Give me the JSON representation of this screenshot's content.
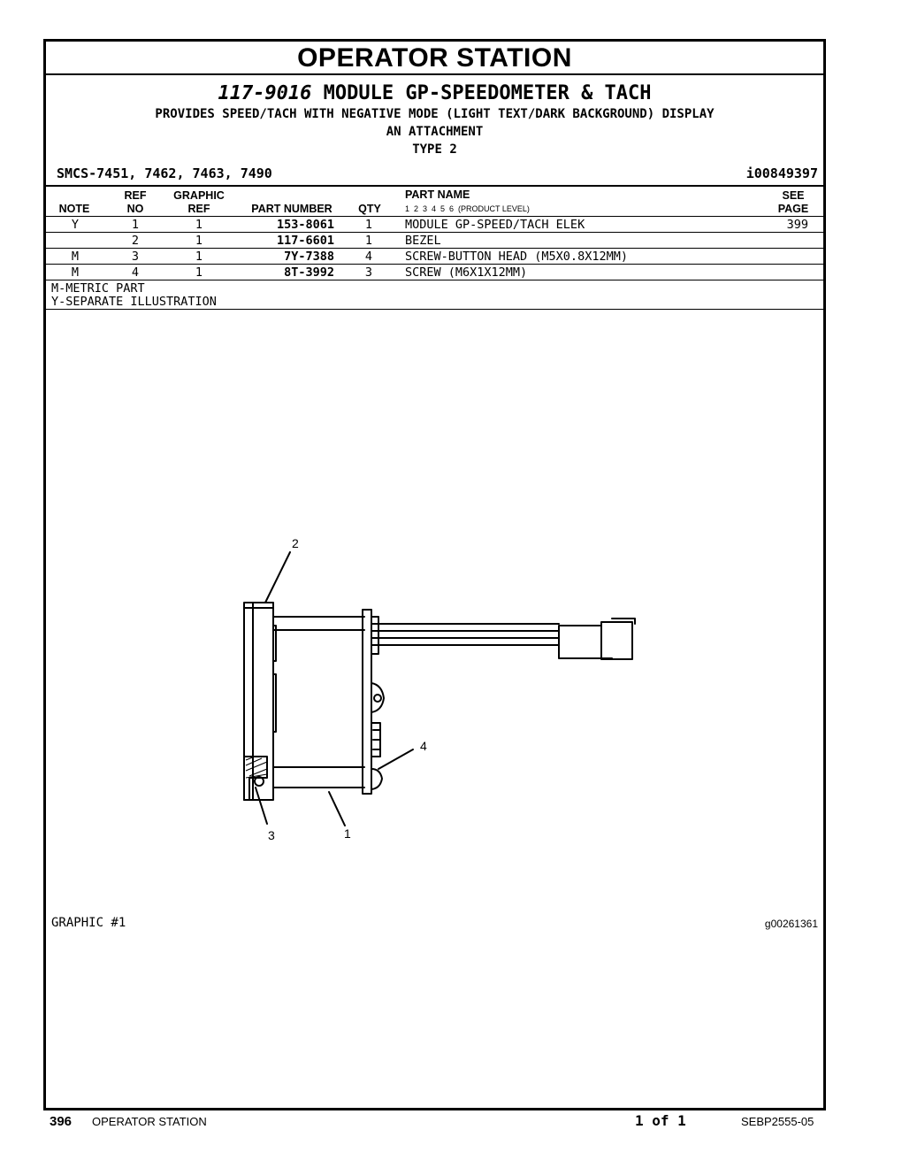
{
  "page_title": "OPERATOR STATION",
  "header": {
    "part_number": "117-9016",
    "part_title": "MODULE GP-SPEEDOMETER & TACH",
    "description": "PROVIDES SPEED/TACH WITH NEGATIVE MODE (LIGHT TEXT/DARK BACKGROUND) DISPLAY",
    "attachment": "AN ATTACHMENT",
    "type": "TYPE 2",
    "smcs": "SMCS-7451, 7462, 7463, 7490",
    "illustration_id": "i00849397"
  },
  "table": {
    "headers": {
      "note": "NOTE",
      "ref_top": "REF",
      "ref_bottom": "NO",
      "graphic_top": "GRAPHIC",
      "graphic_bottom": "REF",
      "part_number": "PART NUMBER",
      "qty": "QTY",
      "part_name": "PART NAME",
      "levels": "1  2  3  4  5  6  (PRODUCT LEVEL)",
      "see_top": "SEE",
      "see_bottom": "PAGE"
    },
    "rows": [
      {
        "note": "Y",
        "ref": "1",
        "graphic": "1",
        "part_number": "153-8061",
        "qty": "1",
        "name": "MODULE GP-SPEED/TACH ELEK",
        "see": "399"
      },
      {
        "note": "",
        "ref": "2",
        "graphic": "1",
        "part_number": "117-6601",
        "qty": "1",
        "name": "BEZEL",
        "see": ""
      },
      {
        "note": "M",
        "ref": "3",
        "graphic": "1",
        "part_number": "7Y-7388",
        "qty": "4",
        "name": "SCREW-BUTTON HEAD (M5X0.8X12MM)",
        "see": ""
      },
      {
        "note": "M",
        "ref": "4",
        "graphic": "1",
        "part_number": "8T-3992",
        "qty": "3",
        "name": "SCREW (M6X1X12MM)",
        "see": ""
      }
    ]
  },
  "notes": [
    "M-METRIC PART",
    "Y-SEPARATE ILLUSTRATION"
  ],
  "illustration": {
    "callouts": [
      "2",
      "4",
      "3",
      "1"
    ],
    "graphic_label": "GRAPHIC #1",
    "graphic_id": "g00261361"
  },
  "footer": {
    "page_number": "396",
    "section": "OPERATOR STATION",
    "page_of": "1 of 1",
    "doc_id": "SEBP2555-05"
  }
}
